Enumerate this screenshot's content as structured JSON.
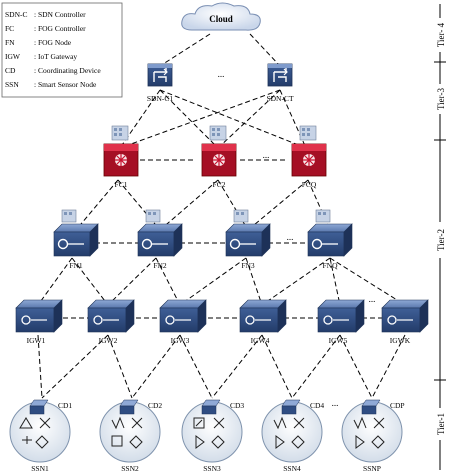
{
  "legend": [
    {
      "abbr": "SDN-C",
      "desc": ": SDN Controller"
    },
    {
      "abbr": "FC",
      "desc": ": FOG Controller"
    },
    {
      "abbr": "FN",
      "desc": ": FOG Node"
    },
    {
      "abbr": "IGW",
      "desc": ": IoT Gateway"
    },
    {
      "abbr": "CD",
      "desc": ": Coordinating Device"
    },
    {
      "abbr": "SSN",
      "desc": ": Smart Sensor Node"
    }
  ],
  "cloud_label": "Cloud",
  "tiers": [
    "Tier- 4",
    "Tier-3",
    "Tier-2",
    "Tier-1"
  ],
  "sdn_controllers": [
    "SDN-C1",
    "SDN-CT"
  ],
  "fog_controllers": [
    "FC1",
    "FC2",
    "FCQ"
  ],
  "fog_nodes": [
    "FN1",
    "FN2",
    "FN3",
    "FNQ"
  ],
  "iot_gateways": [
    "IGW1",
    "IGW2",
    "IGW3",
    "IGW4",
    "IGW5",
    "IGWK"
  ],
  "coordinating_devices": [
    "CD1",
    "CD2",
    "CD3",
    "CD4",
    "CDP"
  ],
  "sensor_nodes": [
    "SSN1",
    "SSN2",
    "SSN3",
    "SSN4",
    "SSNP"
  ],
  "ellipsis": "...",
  "colors": {
    "device_blue": "#3d5a8c",
    "device_blue_light": "#6f8fc4",
    "firewall_red": "#c8102e",
    "cloud_fill": "#e8eef7",
    "sensor_fill": "#e6ecf3"
  }
}
